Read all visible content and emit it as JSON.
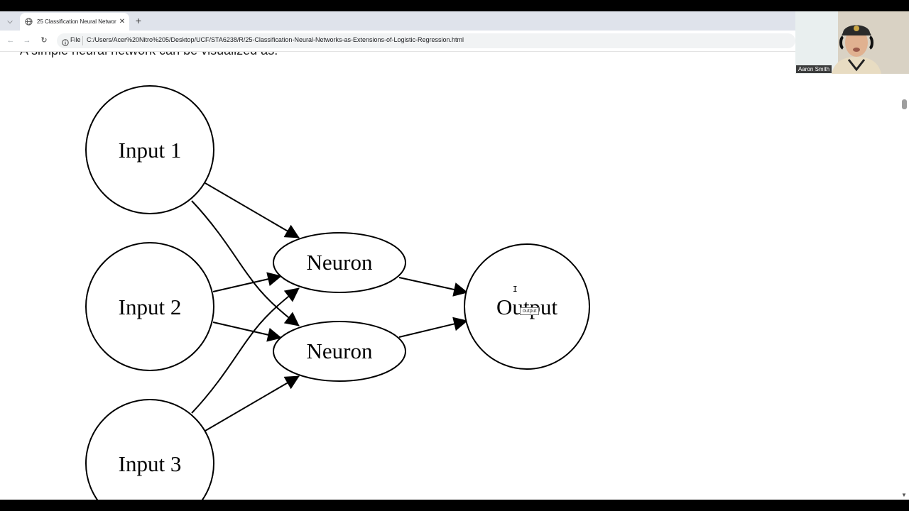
{
  "browser": {
    "tab_title": "25 Classification Neural Networ",
    "address_label": "File",
    "url": "C:/Users/Acer%20Nitro%205/Desktop/UCF/STA6238/R/25-Classification-Neural-Networks-as-Extensions-of-Logistic-Regression.html"
  },
  "page": {
    "intro_text": "A simple neural network can be visualized as:",
    "tooltip": "output"
  },
  "diagram": {
    "nodes": {
      "input1": "Input 1",
      "input2": "Input 2",
      "input3": "Input 3",
      "neuron1": "Neuron",
      "neuron2": "Neuron",
      "output": "Output"
    }
  },
  "webcam": {
    "name": "Aaron Smith"
  },
  "icons": {
    "tab_search": "chevron-down-icon",
    "favicon": "globe-icon",
    "close": "close-icon",
    "new_tab": "plus-icon",
    "back": "arrow-left-icon",
    "forward": "arrow-right-icon",
    "reload": "reload-icon",
    "info": "info-icon"
  }
}
